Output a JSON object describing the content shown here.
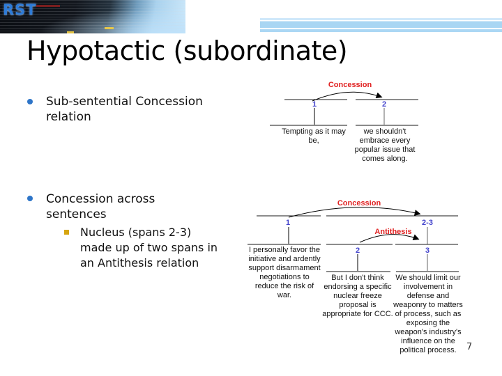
{
  "slide": {
    "logo_text": "RST",
    "title": "Hypotactic (subordinate)",
    "page_number": "7"
  },
  "bullets": {
    "b1": {
      "lines": [
        "Sub-sentential Concession",
        "relation"
      ]
    },
    "b2": {
      "lines": [
        "Concession across",
        "sentences"
      ]
    },
    "sub": {
      "lines": [
        "Nucleus (spans 2-3)",
        "made up of two spans in",
        "an Antithesis relation"
      ]
    }
  },
  "diagram1": {
    "relation_label": "Concession",
    "span_ids": [
      "1",
      "2"
    ],
    "spans": [
      {
        "lines": [
          "Tempting as it may",
          "be,"
        ]
      },
      {
        "lines": [
          "we shouldn't",
          "embrace every",
          "popular issue that",
          "comes along."
        ]
      }
    ]
  },
  "diagram2": {
    "relation_labels": {
      "concession": "Concession",
      "antithesis": "Antithesis"
    },
    "span_ids": [
      "1",
      "2-3",
      "2",
      "3"
    ],
    "spans": [
      {
        "lines": [
          "I personally favor the",
          "initiative and ardently",
          "support disarmament",
          "negotiations to",
          "reduce the risk of",
          "war."
        ]
      },
      {
        "lines": [
          "But I don't think",
          "endorsing a specific",
          "nuclear freeze",
          "proposal is",
          "appropriate for CCC."
        ]
      },
      {
        "lines": [
          "We should limit our",
          "involvement in",
          "defense and",
          "weaponry to matters",
          "of process, such as",
          "exposing the",
          "weapon's industry's",
          "influence on the",
          "political process."
        ]
      }
    ]
  },
  "colors": {
    "relation_red": "#e02020",
    "span_number_blue": "#4444cc",
    "bullet_blue": "#2e75c8",
    "sub_bullet_gold": "#d6a510",
    "band_blue": "#a9d6f3",
    "logo_rst_blue": "#2d7bd8"
  }
}
